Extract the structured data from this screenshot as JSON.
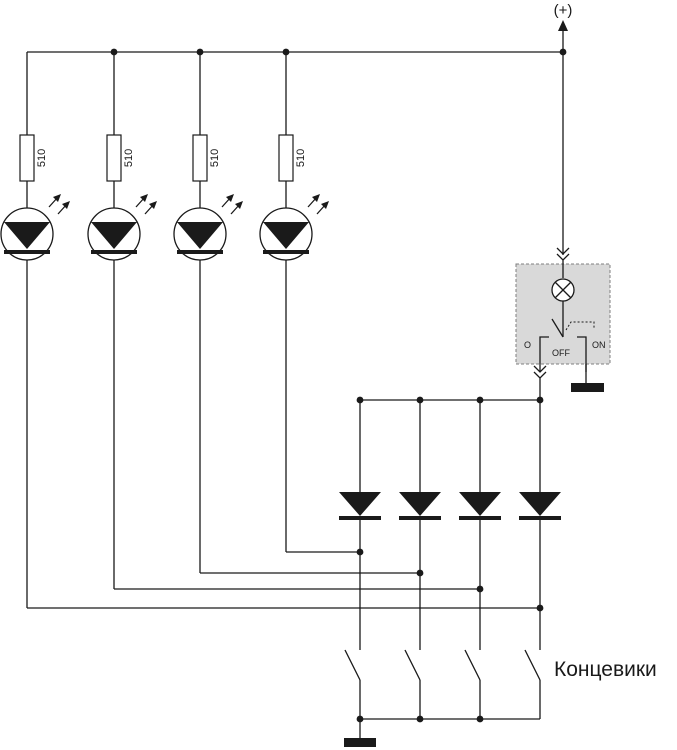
{
  "supply": {
    "label": "(+)"
  },
  "resistors": [
    {
      "label": "510"
    },
    {
      "label": "510"
    },
    {
      "label": "510"
    },
    {
      "label": "510"
    }
  ],
  "switch_block": {
    "off_left_label": "O",
    "off_label": "OFF",
    "on_label": "ON"
  },
  "limit_switches": {
    "label": "Концевики"
  },
  "colors": {
    "ink": "#1a1a1a",
    "module_fill": "#d9d9d9",
    "module_border": "#7f7f7f"
  }
}
